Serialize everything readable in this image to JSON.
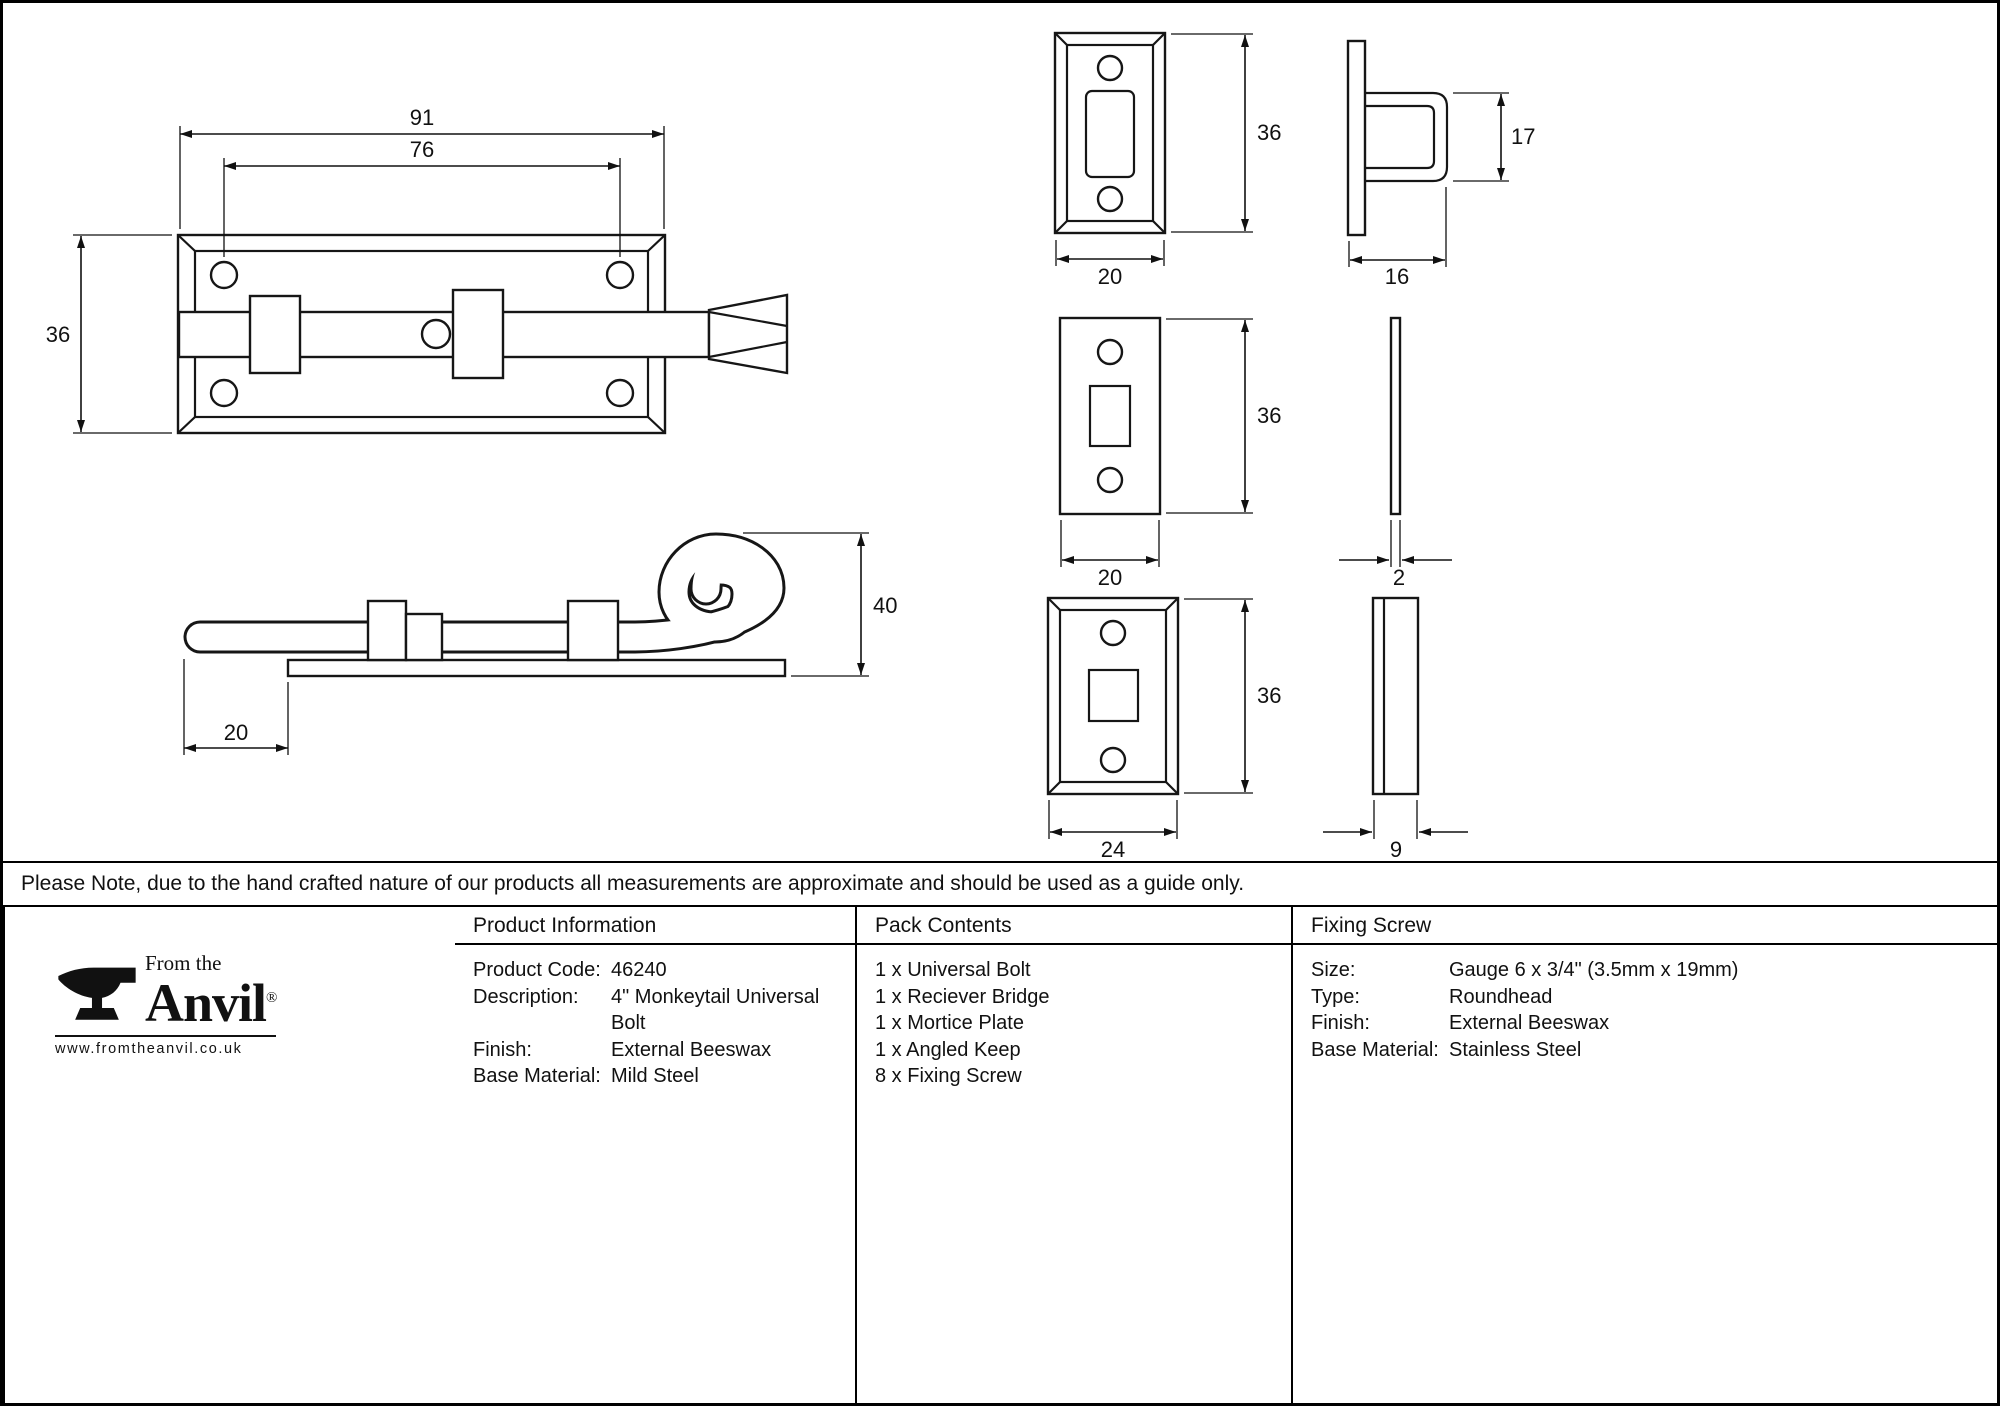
{
  "note": "Please Note, due to the hand crafted nature of our products all measurements are approximate and should be used as a guide only.",
  "drawings": {
    "dims": {
      "plate_width": "91",
      "screw_spacing": "76",
      "plate_height": "36",
      "tail_plate_offset": "20",
      "tail_height": "40",
      "bridge_height": "36",
      "bridge_width": "20",
      "keep_loop_height": "17",
      "keep_depth_top": "16",
      "mortice_height": "36",
      "mortice_width": "20",
      "mortice_thickness": "2",
      "keep_height": "36",
      "keep_width": "24",
      "keep_side_depth": "9"
    }
  },
  "table": {
    "product_information": {
      "header": "Product Information",
      "rows": [
        {
          "label": "Product Code:",
          "value": "46240"
        },
        {
          "label": "Description:",
          "value": "4\" Monkeytail Universal Bolt"
        },
        {
          "label": "Finish:",
          "value": "External Beeswax"
        },
        {
          "label": "Base Material:",
          "value": "Mild Steel"
        }
      ]
    },
    "pack_contents": {
      "header": "Pack Contents",
      "items": [
        "1 x Universal Bolt",
        "1 x Reciever Bridge",
        "1 x Mortice Plate",
        "1 x Angled Keep",
        "8 x Fixing Screw"
      ]
    },
    "fixing_screw": {
      "header": "Fixing Screw",
      "rows": [
        {
          "label": "Size:",
          "value": "Gauge 6 x 3/4\" (3.5mm x 19mm)"
        },
        {
          "label": "Type:",
          "value": "Roundhead"
        },
        {
          "label": "Finish:",
          "value": "External Beeswax"
        },
        {
          "label": "Base Material:",
          "value": "Stainless Steel"
        }
      ]
    }
  },
  "logo": {
    "from_the": "From the",
    "name": "Anvil",
    "registered": "®",
    "website": "www.fromtheanvil.co.uk"
  }
}
